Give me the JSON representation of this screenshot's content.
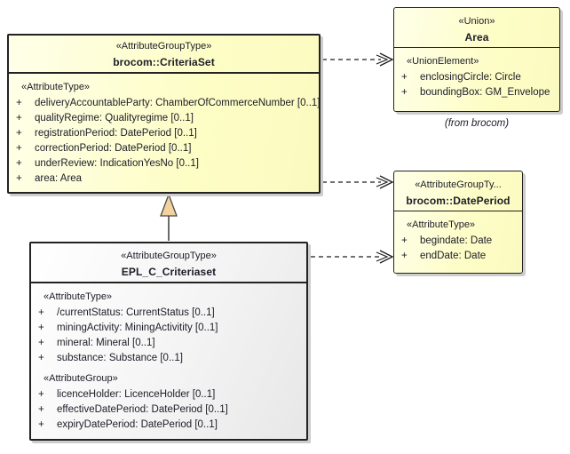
{
  "diagram": {
    "visibility_marker": "+",
    "boxes": {
      "criteriaSet": {
        "stereotype": "«AttributeGroupType»",
        "name": "brocom::CriteriaSet",
        "sections": [
          {
            "label": "«AttributeType»",
            "attributes": [
              "deliveryAccountableParty: ChamberOfCommerceNumber [0..1]",
              "qualityRegime: Qualityregime [0..1]",
              "registrationPeriod: DatePeriod [0..1]",
              "correctionPeriod: DatePeriod [0..1]",
              "underReview: IndicationYesNo [0..1]",
              "area: Area"
            ]
          }
        ]
      },
      "area": {
        "stereotype": "«Union»",
        "name": "Area",
        "sections": [
          {
            "label": "«UnionElement»",
            "attributes": [
              "enclosingCircle: Circle",
              "boundingBox: GM_Envelope"
            ]
          }
        ],
        "caption": "(from brocom)"
      },
      "datePeriod": {
        "stereotype": "«AttributeGroupTy...",
        "name": "brocom::DatePeriod",
        "sections": [
          {
            "label": "«AttributeType»",
            "attributes": [
              "begindate: Date",
              "endDate: Date"
            ]
          }
        ]
      },
      "eplCriteriaset": {
        "stereotype": "«AttributeGroupType»",
        "name": "EPL_C_Criteriaset",
        "sections": [
          {
            "label": "«AttributeType»",
            "attributes": [
              "/currentStatus: CurrentStatus [0..1]",
              "miningActivity: MiningActivitity [0..1]",
              "mineral: Mineral [0..1]",
              "substance: Substance [0..1]"
            ]
          },
          {
            "label": "«AttributeGroup»",
            "attributes": [
              "licenceHolder: LicenceHolder [0..1]",
              "effectiveDatePeriod: DatePeriod [0..1]",
              "expiryDatePeriod: DatePeriod [0..1]"
            ]
          }
        ]
      }
    },
    "connectors": {
      "criteriaset_to_area": "dependency-dashed",
      "criteriaset_to_dateperiod": "dependency-dashed",
      "epl_to_dateperiod": "dependency-dashed",
      "epl_generalizes_criteriaset": "generalization-solid"
    },
    "colors": {
      "box_fill": "#fdfdc6",
      "box_fill_light": "#ffffe9",
      "epl_fill": "#ffffff",
      "epl_fill_dark": "#e7e7e7",
      "border": "#222222",
      "text": "#1c1c28",
      "triangle_fill": "#f2d3a0",
      "shadow": "#cdcdcd"
    }
  }
}
